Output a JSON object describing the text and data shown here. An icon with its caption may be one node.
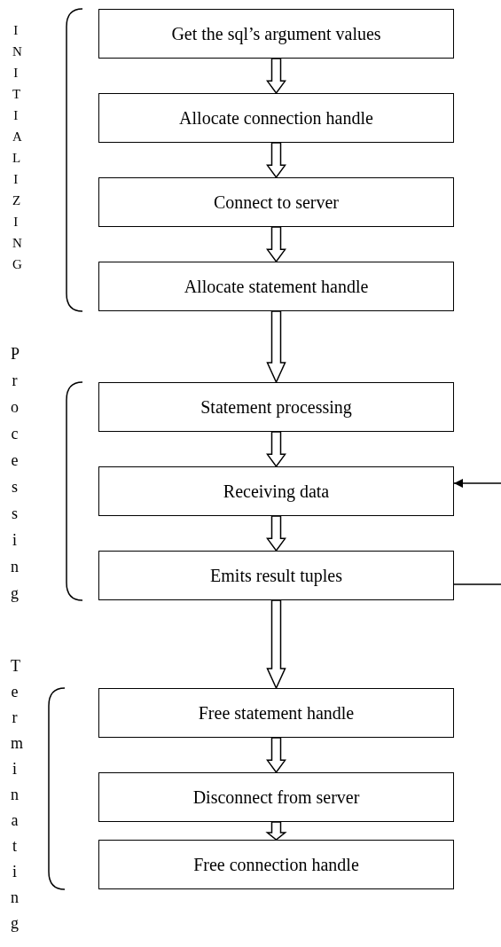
{
  "diagram": {
    "nodes": [
      {
        "text": [
          "Get the sql’s argument values"
        ]
      },
      {
        "text": [
          "Allocate connection handle"
        ]
      },
      {
        "text": [
          "Connect to server"
        ]
      },
      {
        "text": [
          "Allocate statement handle"
        ]
      },
      {
        "text": [
          "Statement processing"
        ]
      },
      {
        "text": [
          "Receiving data"
        ]
      },
      {
        "text": [
          "Emits result tuples"
        ]
      },
      {
        "text": [
          "Free statement handle"
        ]
      },
      {
        "text": [
          "Disconnect from server"
        ]
      },
      {
        "text": [
          "Free connection handle"
        ]
      }
    ],
    "edges": [
      {
        "from": 0,
        "to": 1,
        "arrow": "to"
      },
      {
        "from": 1,
        "to": 2,
        "arrow": "to"
      },
      {
        "from": 2,
        "to": 3,
        "arrow": "to"
      },
      {
        "from": 3,
        "to": 4,
        "arrow": "to"
      },
      {
        "from": 4,
        "to": 5,
        "arrow": "to"
      },
      {
        "from": 5,
        "to": 6,
        "arrow": "to"
      },
      {
        "from": 6,
        "to": 7,
        "arrow": "to"
      },
      {
        "from": 7,
        "to": 8,
        "arrow": "to"
      },
      {
        "from": 8,
        "to": 9,
        "arrow": "to"
      },
      {
        "from": 6,
        "to": null,
        "arrow": "none"
      },
      {
        "from": null,
        "to": 5,
        "arrow": "to"
      }
    ],
    "labels": [
      "INITIALIZING",
      "Processing",
      "Terminating"
    ]
  }
}
